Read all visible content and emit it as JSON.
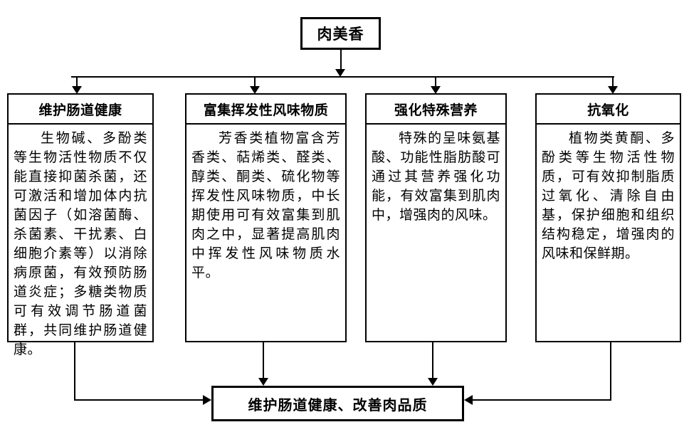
{
  "diagram": {
    "root": {
      "label": "肉美香"
    },
    "branches": [
      {
        "title": "维护肠道健康",
        "body": "生物碱、多酚类等生物活性物质不仅能直接抑菌杀菌，还可激活和增加体内抗菌因子（如溶菌酶、杀菌素、干扰素、白细胞介素等）以消除病原菌，有效预防肠道炎症；多糖类物质可有效调节肠道菌群，共同维护肠道健康。"
      },
      {
        "title": "富集挥发性风味物质",
        "body": "芳香类植物富含芳香类、萜烯类、醛类、醇类、酮类、硫化物等挥发性风味物质，中长期使用可有效富集到肌肉之中，显著提高肌肉中挥发性风味物质水平。"
      },
      {
        "title": "强化特殊营养",
        "body": "特殊的呈味氨基酸、功能性脂肪酸可通过其营养强化功能，有效富集到肌肉中，增强肉的风味。"
      },
      {
        "title": "抗氧化",
        "body": "植物类黄酮、多酚类等生物活性物质，可有效抑制脂质过氧化、清除自由基，保护细胞和组织结构稳定，增强肉的风味和保鲜期。"
      }
    ],
    "outcome": {
      "label": "维护肠道健康、改善肉品质"
    },
    "colors": {
      "line": "#000000",
      "border": "#000000",
      "background": "#ffffff",
      "text": "#000000"
    }
  }
}
